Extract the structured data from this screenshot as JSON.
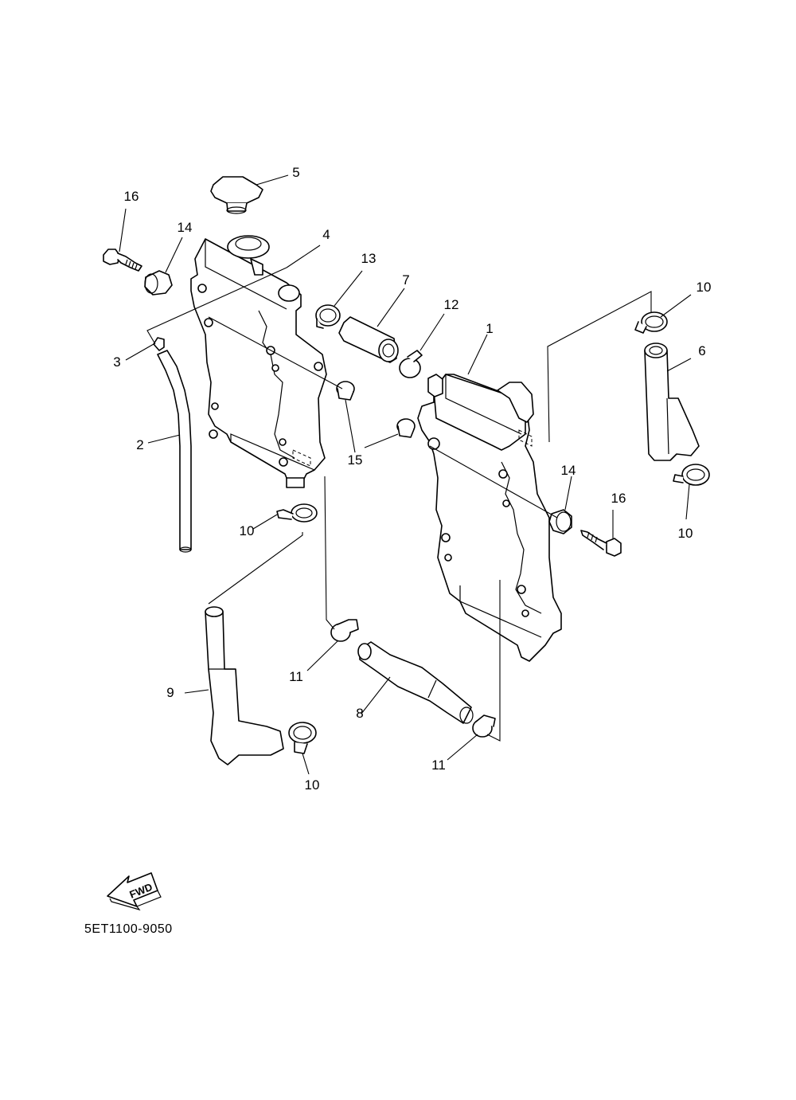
{
  "diagram": {
    "code": "5ET1100-9050",
    "direction_indicator": {
      "label": "FWD",
      "icon": "forward-arrow-icon"
    }
  },
  "callouts": {
    "c1": "1",
    "c2": "2",
    "c3": "3",
    "c4": "4",
    "c5": "5",
    "c6": "6",
    "c7": "7",
    "c8": "8",
    "c9": "9",
    "c10a": "10",
    "c10b": "10",
    "c10c": "10",
    "c10d": "10",
    "c11a": "11",
    "c11b": "11",
    "c12": "12",
    "c13": "13",
    "c14a": "14",
    "c14b": "14",
    "c15": "15",
    "c16a": "16",
    "c16b": "16"
  }
}
